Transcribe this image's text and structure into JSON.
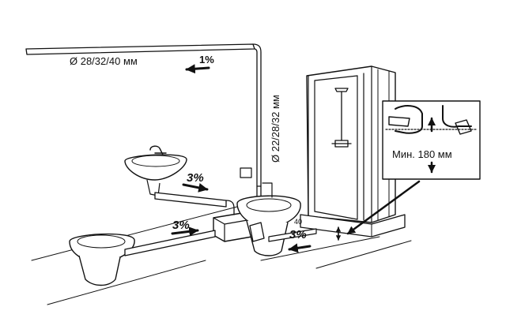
{
  "labels": {
    "main_pipe_diameter": "Ø 28/32/40 мм",
    "riser_pipe_diameter": "Ø 22/28/32 мм",
    "slope_main": "1%",
    "slope_sink": "3%",
    "slope_toilet": "3%",
    "slope_shower": "3%",
    "min_height": "Мин. 180 мм",
    "small_label": "40"
  },
  "icons": [
    "slope-arrow-icon",
    "vertical-double-arrow-icon",
    "down-arrow-icon",
    "up-arrow-icon"
  ]
}
